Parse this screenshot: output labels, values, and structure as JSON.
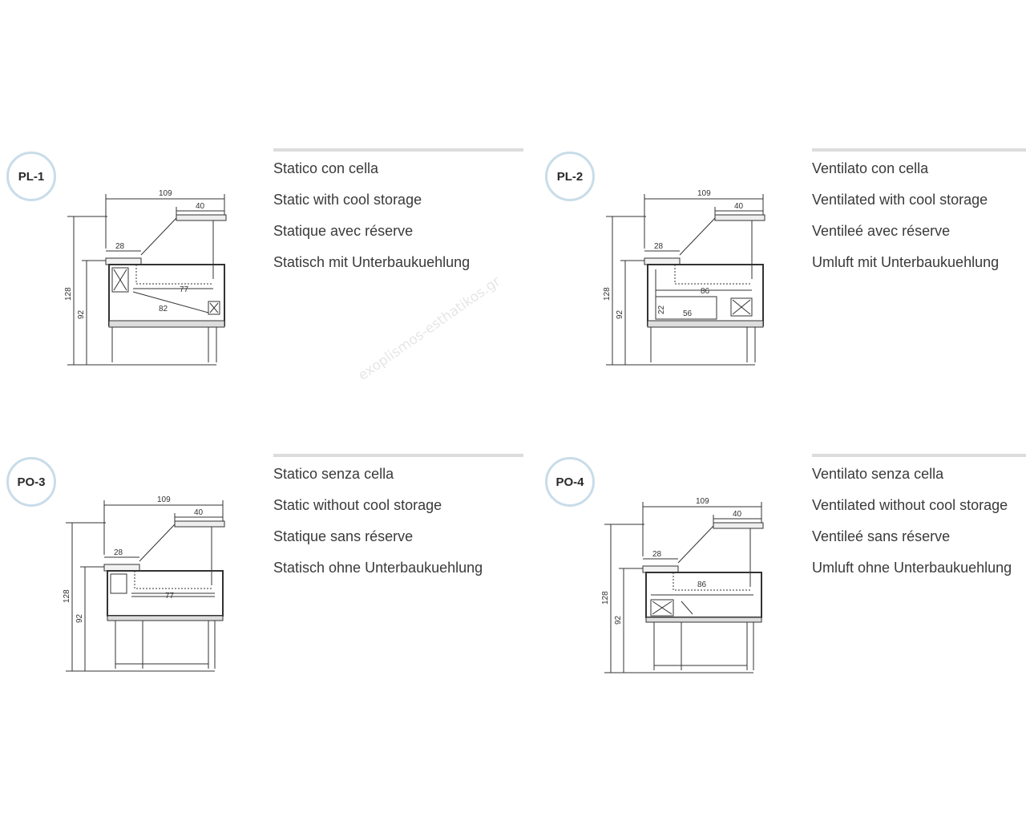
{
  "panels": [
    {
      "code": "PL-1",
      "descriptions": [
        "Statico con cella",
        "Static with cool storage",
        "Statique avec réserve",
        "Statisch mit Unterbaukuehlung"
      ],
      "dims": {
        "width": "109",
        "top": "40",
        "shelf": "28",
        "height": "128",
        "counter": "92",
        "inner": "77",
        "base": "82"
      }
    },
    {
      "code": "PL-2",
      "descriptions": [
        "Ventilato con cella",
        "Ventilated with cool storage",
        "Ventileé avec réserve",
        "Umluft mit Unterbaukuehlung"
      ],
      "dims": {
        "width": "109",
        "top": "40",
        "shelf": "28",
        "height": "128",
        "counter": "92",
        "inner": "86",
        "drawer_h": "22",
        "drawer_w": "56"
      }
    },
    {
      "code": "PO-3",
      "descriptions": [
        "Statico senza cella",
        "Static without cool storage",
        "Statique sans réserve",
        "Statisch ohne Unterbaukuehlung"
      ],
      "dims": {
        "width": "109",
        "top": "40",
        "shelf": "28",
        "height": "128",
        "counter": "92",
        "inner": "77"
      }
    },
    {
      "code": "PO-4",
      "descriptions": [
        "Ventilato senza cella",
        "Ventilated without cool storage",
        "Ventileé sans réserve",
        "Umluft ohne Unterbaukuehlung"
      ],
      "dims": {
        "width": "109",
        "top": "40",
        "shelf": "28",
        "height": "128",
        "counter": "92",
        "inner": "86"
      }
    }
  ],
  "watermark": "exoplismos-esthatikos.gr",
  "colors": {
    "badge_border": "#c9dce9",
    "rule": "#dcdcdc",
    "line": "#333333"
  }
}
